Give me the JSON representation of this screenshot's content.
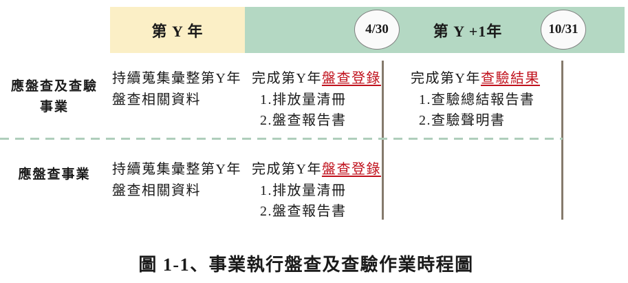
{
  "header": {
    "year_y_label": "第 Y 年",
    "year_y1_label": "第 Y +1年",
    "milestone1": "4/30",
    "milestone2": "10/31"
  },
  "rows": [
    {
      "label": [
        "應盤查及查驗",
        "事業"
      ],
      "prepare": [
        "持續蒐集彙整第Y年",
        "盤查相關資料"
      ],
      "registration": {
        "lead": "完成第Y年",
        "highlight": "盤查登錄",
        "items": [
          "1.排放量清冊",
          "2.盤查報告書"
        ]
      },
      "verification": {
        "lead": "完成第Y年",
        "highlight": "查驗結果",
        "items": [
          "1.查驗總結報告書",
          "2.查驗聲明書"
        ]
      }
    },
    {
      "label": [
        "應盤查事業"
      ],
      "prepare": [
        "持續蒐集彙整第Y年",
        "盤查相關資料"
      ],
      "registration": {
        "lead": "完成第Y年",
        "highlight": "盤查登錄",
        "items": [
          "1.排放量清冊",
          "2.盤查報告書"
        ]
      }
    }
  ],
  "caption": "圖 1-1、事業執行盤查及查驗作業時程圖",
  "colors": {
    "year_y_bg": "#FBEFC6",
    "year_y1_bg": "#B4D8C3",
    "dashed_line": "#AFCEBB",
    "timeline_line": "#857A6C",
    "highlight_red": "#C0111C",
    "circle_fill": "#FAFAFA",
    "circle_border": "#7F7F7F"
  }
}
